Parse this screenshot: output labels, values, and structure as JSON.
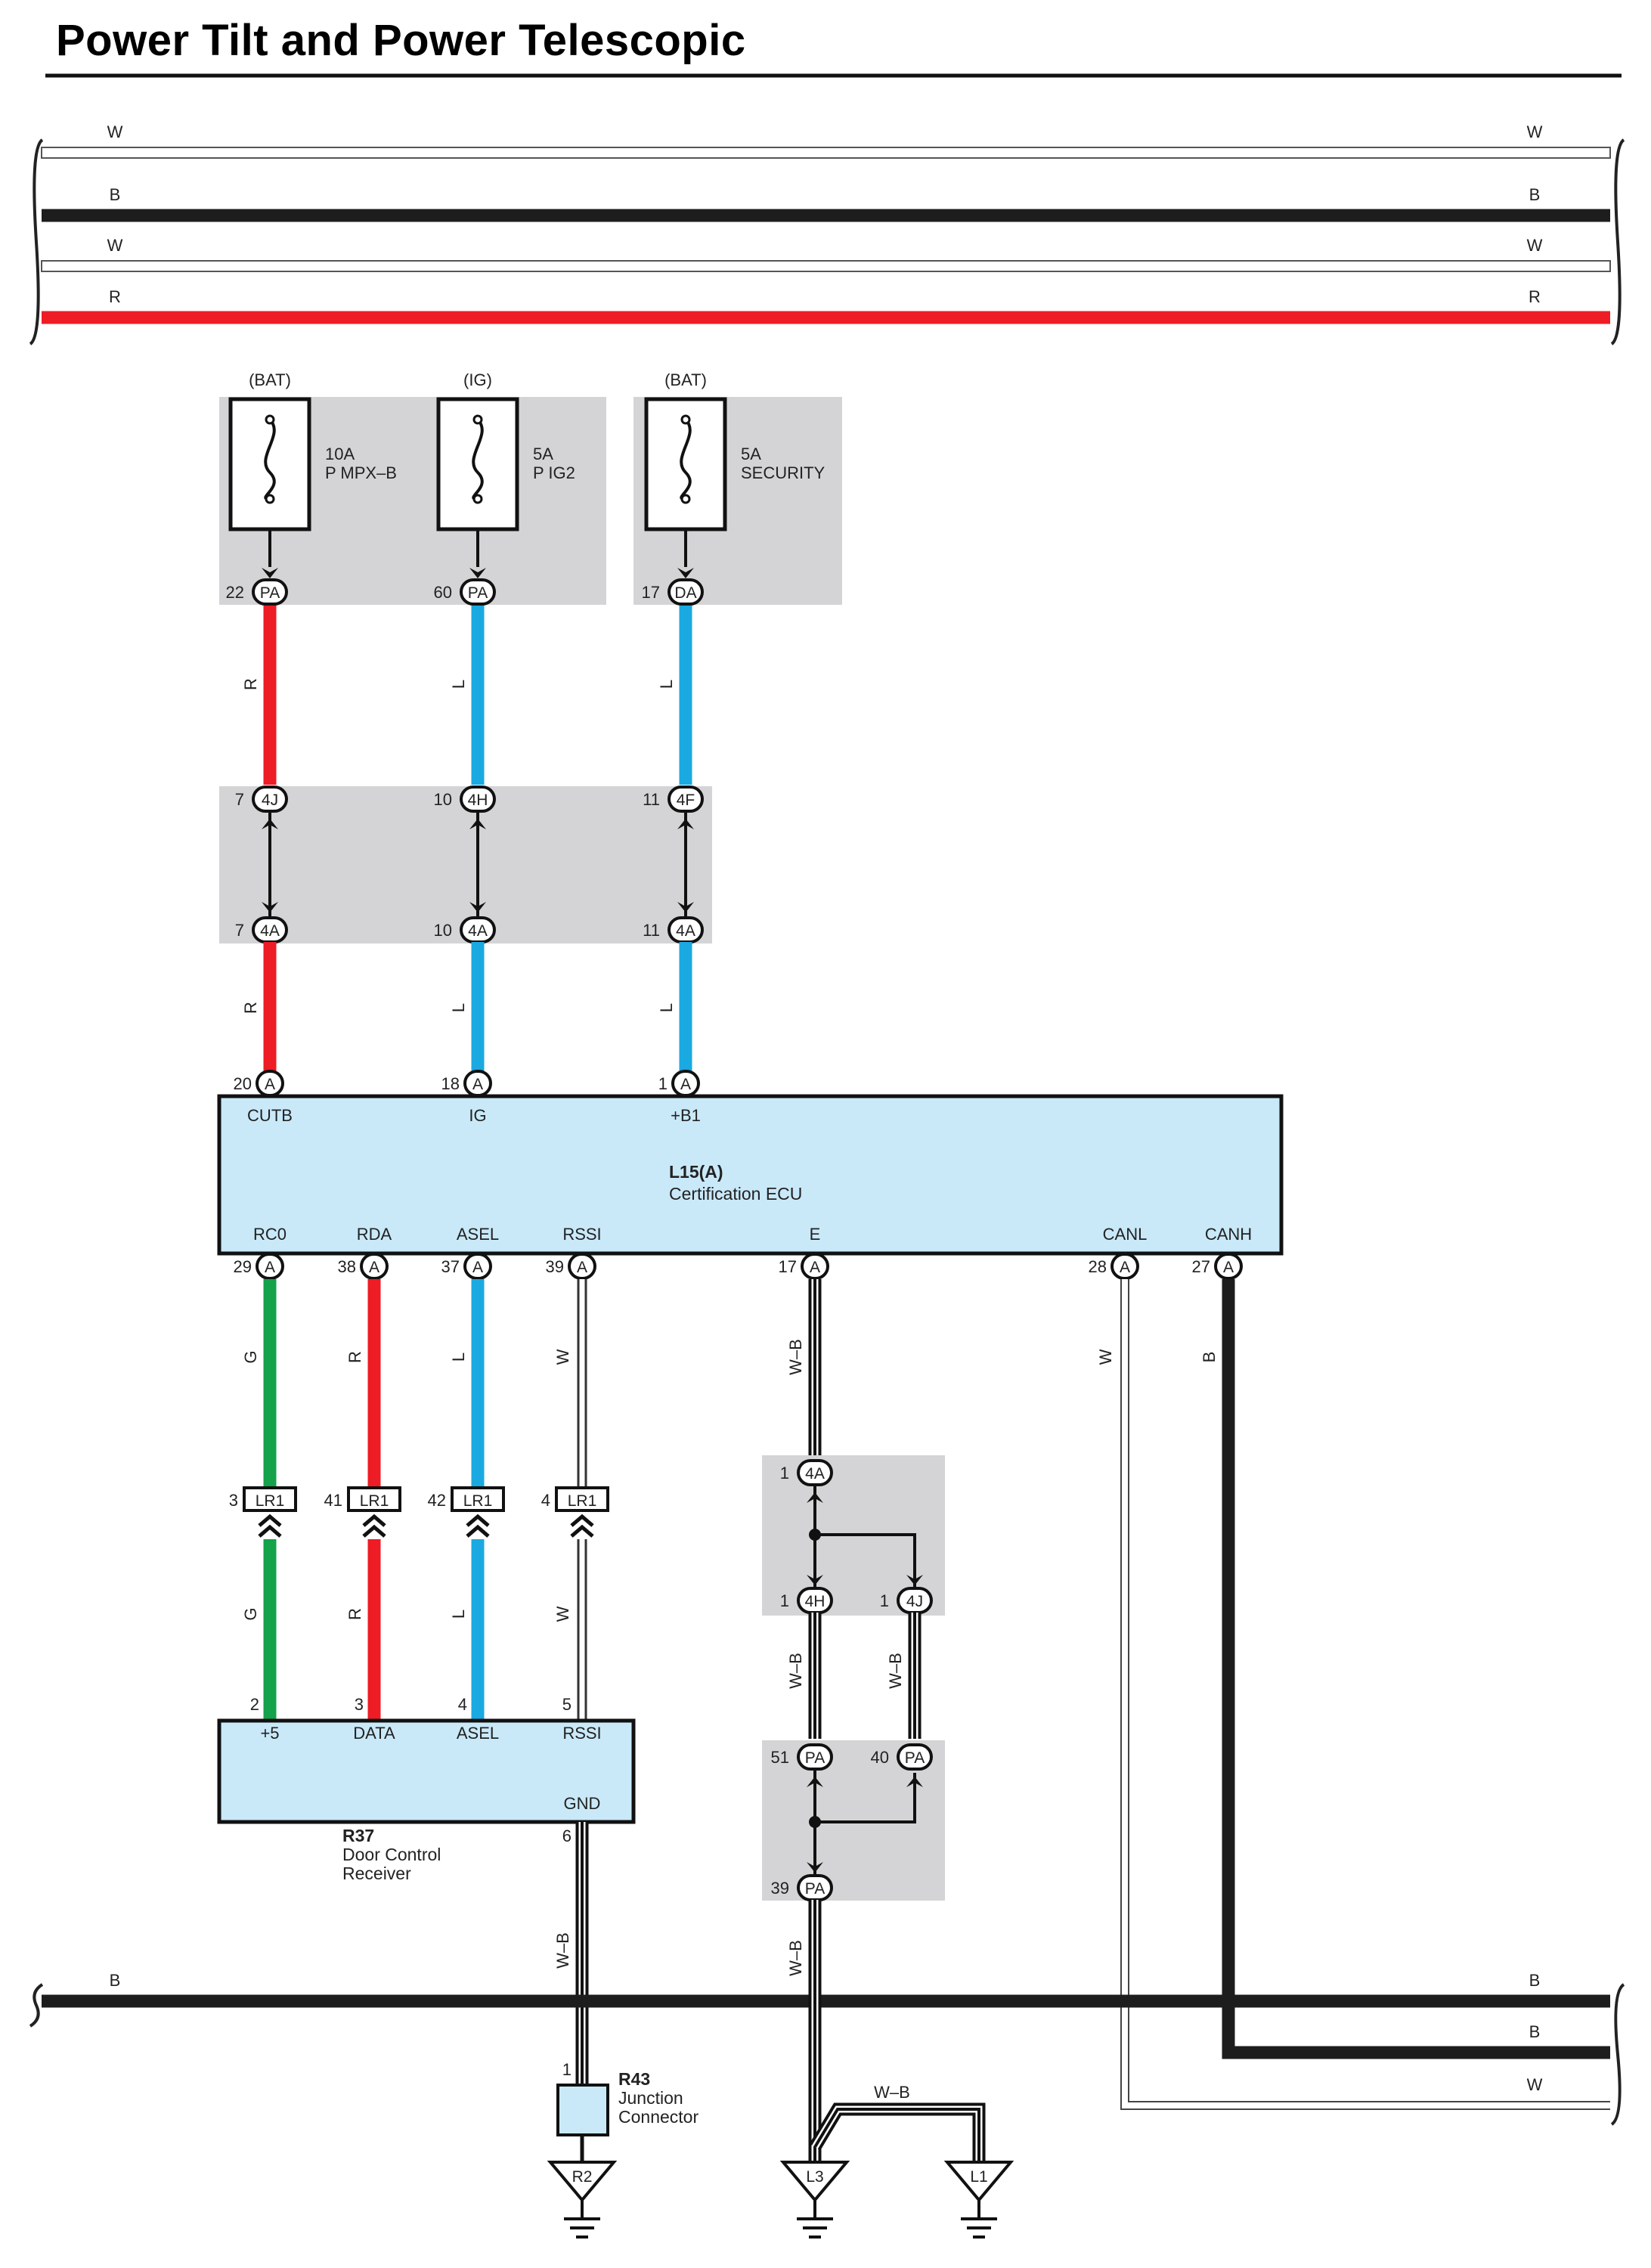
{
  "title": "Power Tilt and Power Telescopic",
  "colors": {
    "R": "#ee1c25",
    "L": "#1aa9e1",
    "G": "#14a24a",
    "B": "#1d1d1d",
    "W": "#ffffff",
    "ecu_fill": "#c9e9f9",
    "shade": "#d4d4d6"
  },
  "top_buses": [
    {
      "label_left": "W",
      "label_right": "W",
      "color": "W"
    },
    {
      "label_left": "B",
      "label_right": "B",
      "color": "B"
    },
    {
      "label_left": "W",
      "label_right": "W",
      "color": "W"
    },
    {
      "label_left": "R",
      "label_right": "R",
      "color": "R"
    }
  ],
  "bottom_buses": [
    {
      "label_left": "B",
      "label_right": "B",
      "color": "B"
    },
    {
      "label_left": "",
      "label_right": "B",
      "color": "B"
    },
    {
      "label_left": "",
      "label_right": "W",
      "color": "W"
    }
  ],
  "fuses": [
    {
      "source": "(BAT)",
      "rating": "10A",
      "name": "P MPX–B",
      "pin": "22",
      "connector": "PA",
      "wire": "R"
    },
    {
      "source": "(IG)",
      "rating": "5A",
      "name": "P IG2",
      "pin": "60",
      "connector": "PA",
      "wire": "L"
    },
    {
      "source": "(BAT)",
      "rating": "5A",
      "name": "SECURITY",
      "pin": "17",
      "connector": "DA",
      "wire": "L"
    }
  ],
  "junction_top": [
    {
      "pin": "7",
      "connector": "4J"
    },
    {
      "pin": "10",
      "connector": "4H"
    },
    {
      "pin": "11",
      "connector": "4F"
    }
  ],
  "junction_bottom": [
    {
      "pin": "7",
      "connector": "4A",
      "wire": "R"
    },
    {
      "pin": "10",
      "connector": "4A",
      "wire": "L"
    },
    {
      "pin": "11",
      "connector": "4A",
      "wire": "L"
    }
  ],
  "ecu": {
    "id": "L15(A)",
    "name": "Certification ECU",
    "top_pins": [
      {
        "pin": "20",
        "connector": "A",
        "terminal": "CUTB"
      },
      {
        "pin": "18",
        "connector": "A",
        "terminal": "IG"
      },
      {
        "pin": "1",
        "connector": "A",
        "terminal": "+B1"
      }
    ],
    "bottom_pins": [
      {
        "pin": "29",
        "connector": "A",
        "terminal": "RC0",
        "wire": "G"
      },
      {
        "pin": "38",
        "connector": "A",
        "terminal": "RDA",
        "wire": "R"
      },
      {
        "pin": "37",
        "connector": "A",
        "terminal": "ASEL",
        "wire": "L"
      },
      {
        "pin": "39",
        "connector": "A",
        "terminal": "RSSI",
        "wire": "W"
      },
      {
        "pin": "17",
        "connector": "A",
        "terminal": "E",
        "wire": "W–B"
      },
      {
        "pin": "28",
        "connector": "A",
        "terminal": "CANL",
        "wire": "W"
      },
      {
        "pin": "27",
        "connector": "A",
        "terminal": "CANH",
        "wire": "B"
      }
    ]
  },
  "lr_connectors": [
    {
      "pin": "3",
      "connector": "LR1",
      "wire": "G"
    },
    {
      "pin": "41",
      "connector": "LR1",
      "wire": "R"
    },
    {
      "pin": "42",
      "connector": "LR1",
      "wire": "L"
    },
    {
      "pin": "4",
      "connector": "LR1",
      "wire": "W"
    }
  ],
  "receiver": {
    "id": "R37",
    "name_line1": "Door Control",
    "name_line2": "Receiver",
    "pins": [
      {
        "pin": "2",
        "terminal": "+5"
      },
      {
        "pin": "3",
        "terminal": "DATA"
      },
      {
        "pin": "4",
        "terminal": "ASEL"
      },
      {
        "pin": "5",
        "terminal": "RSSI"
      }
    ],
    "gnd_pin": "6",
    "gnd_terminal": "GND",
    "gnd_wire": "W–B"
  },
  "ground_junction": {
    "top": {
      "pin": "1",
      "connector": "4A"
    },
    "left": {
      "pin": "1",
      "connector": "4H",
      "wire": "W–B"
    },
    "right": {
      "pin": "1",
      "connector": "4J",
      "wire": "W–B"
    },
    "pa_left": {
      "pin": "51",
      "connector": "PA"
    },
    "pa_right": {
      "pin": "40",
      "connector": "PA"
    },
    "pa_bottom": {
      "pin": "39",
      "connector": "PA",
      "wire": "W–B"
    }
  },
  "r43": {
    "id": "R43",
    "name_line1": "Junction",
    "name_line2": "Connector",
    "pin": "1"
  },
  "grounds": [
    {
      "label": "R2"
    },
    {
      "label": "L3"
    },
    {
      "label": "L1"
    }
  ],
  "ground_jumper_wire": "W–B"
}
